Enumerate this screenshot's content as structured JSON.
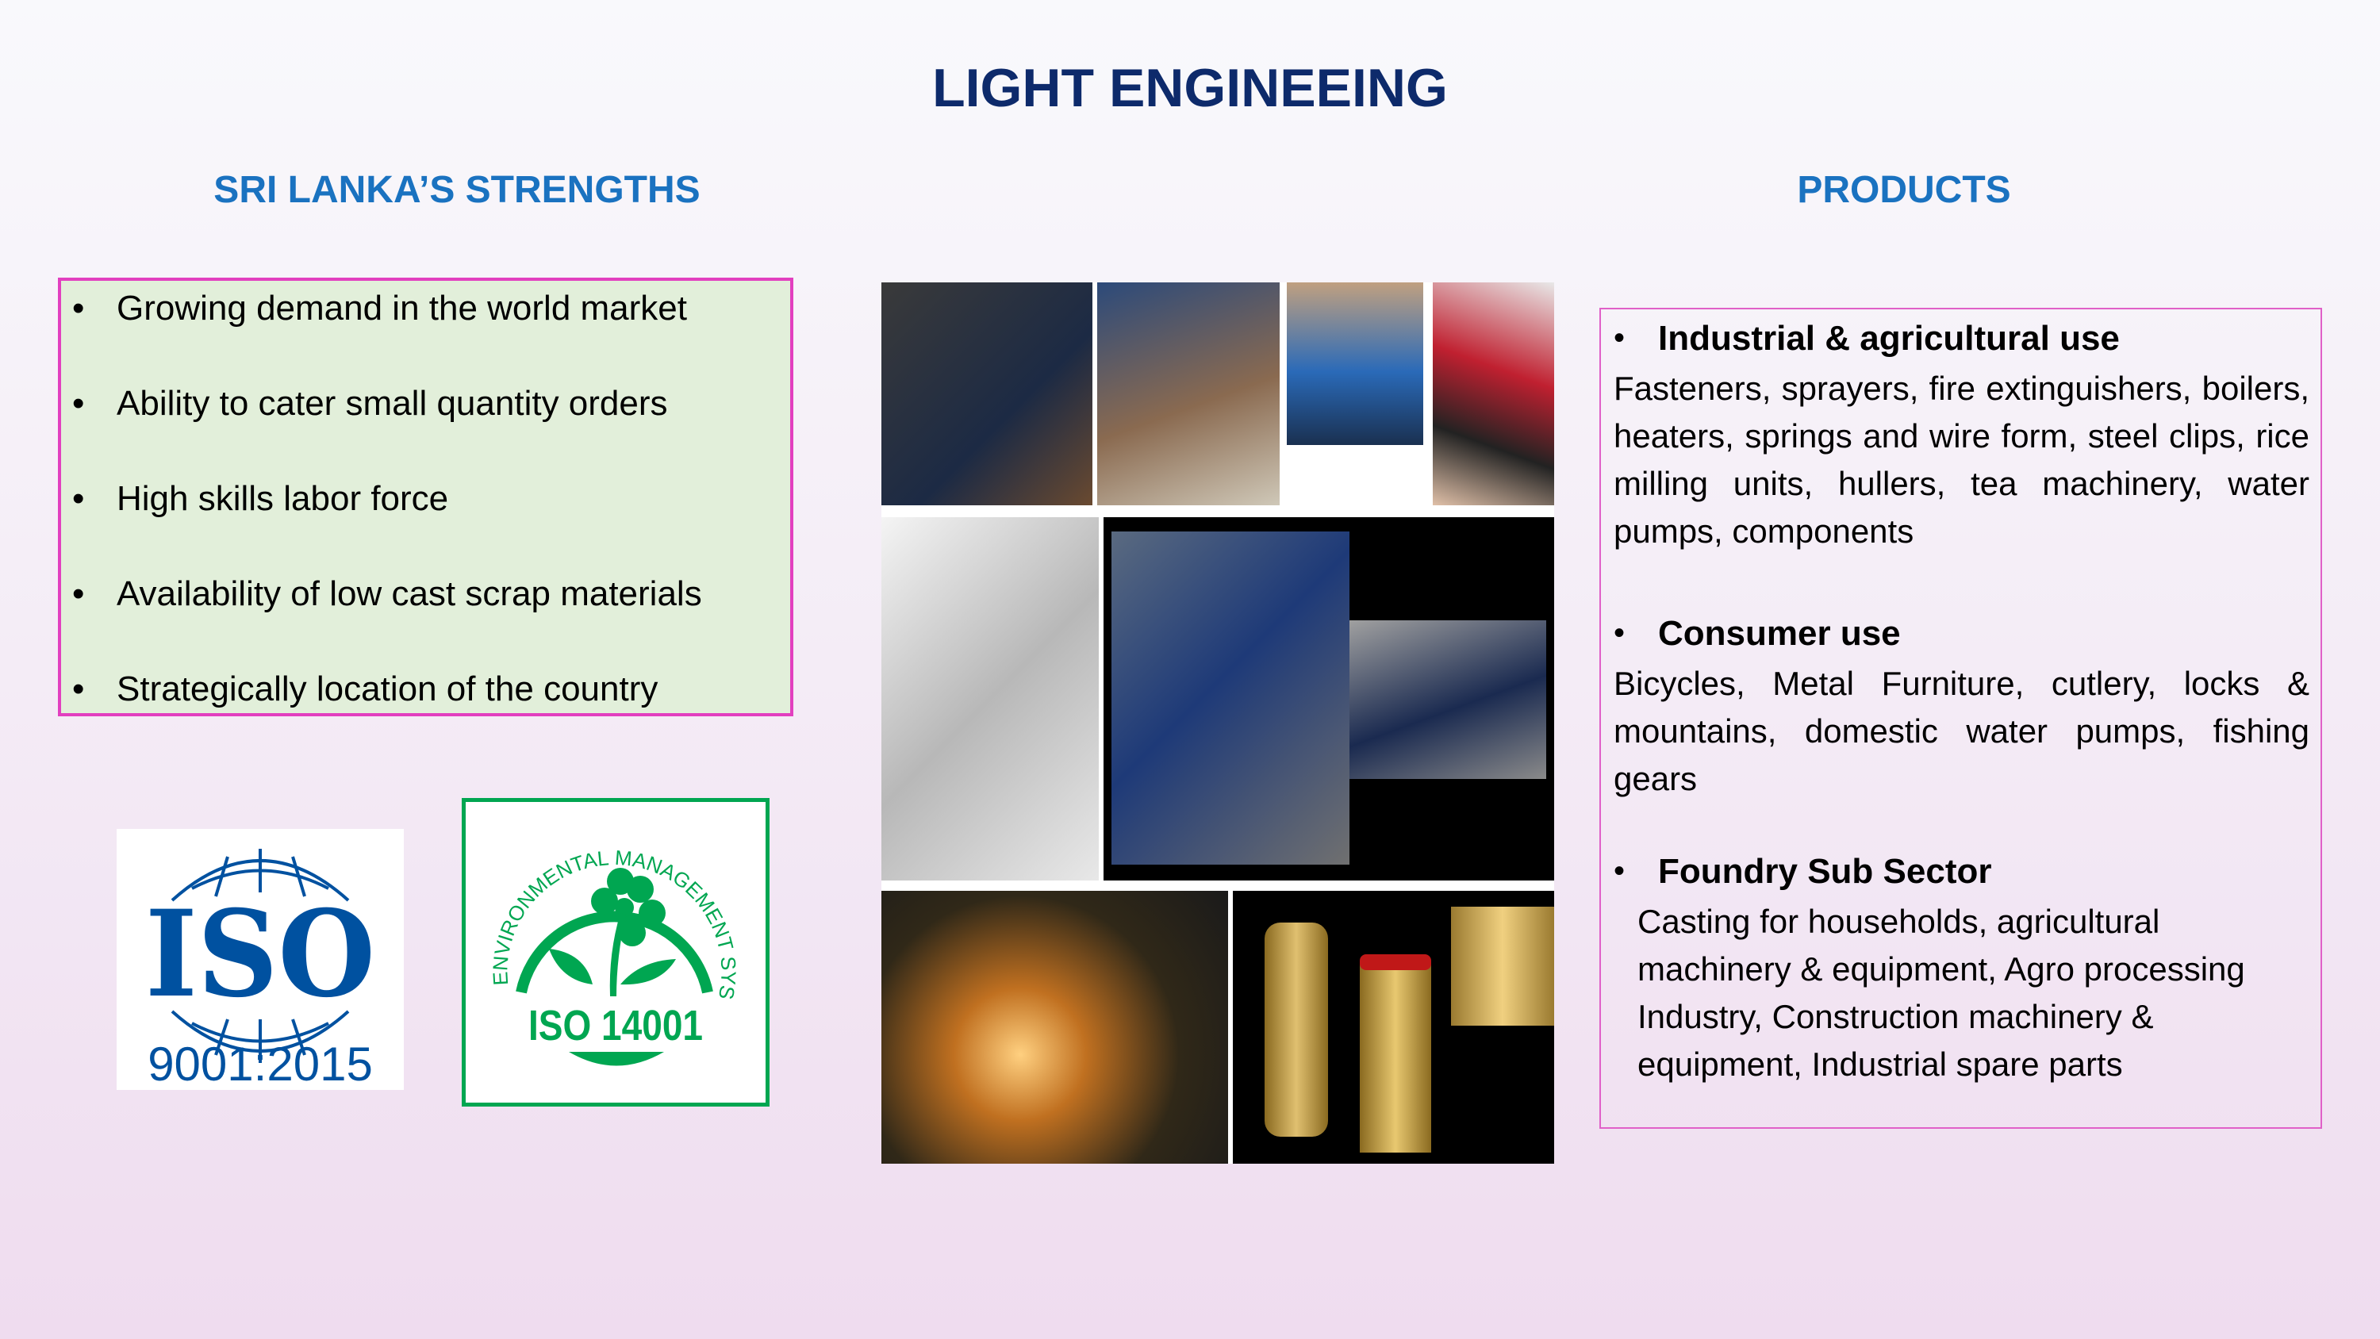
{
  "title": "LIGHT ENGINEEING",
  "left": {
    "heading": "SRI LANKA’S STRENGTHS",
    "bullets": [
      "Growing demand in the world market",
      "Ability to cater small quantity orders",
      "High skills labor force",
      "Availability of low cast scrap materials",
      "Strategically location of the country"
    ]
  },
  "logos": {
    "iso9001": {
      "mark": "ISO",
      "standard": "9001:2015"
    },
    "iso14001": {
      "arc_text": "ENVIRONMENTAL MANAGEMENT SYSTEM",
      "standard": "ISO 14001"
    }
  },
  "right": {
    "heading": "PRODUCTS",
    "sections": [
      {
        "title": "Industrial & agricultural use",
        "body": "Fasteners, sprayers, fire extinguishers, boilers, heaters, springs and wire form, steel clips, rice milling units, hullers, tea machinery, water pumps, components"
      },
      {
        "title": "Consumer use",
        "body": "Bicycles, Metal Furniture, cutlery, locks & mountains, domestic water pumps, fishing gears"
      },
      {
        "title": "Foundry Sub Sector",
        "body": "Casting for households, agricultural machinery & equipment, Agro processing Industry, Construction machinery & equipment, Industrial spare parts"
      }
    ]
  },
  "colors": {
    "title": "#0d2a6b",
    "heading": "#1a72c0",
    "box_border": "#e23fbf",
    "box_bg": "#e2efda",
    "iso_blue": "#0051a0",
    "iso_green": "#00a651"
  }
}
